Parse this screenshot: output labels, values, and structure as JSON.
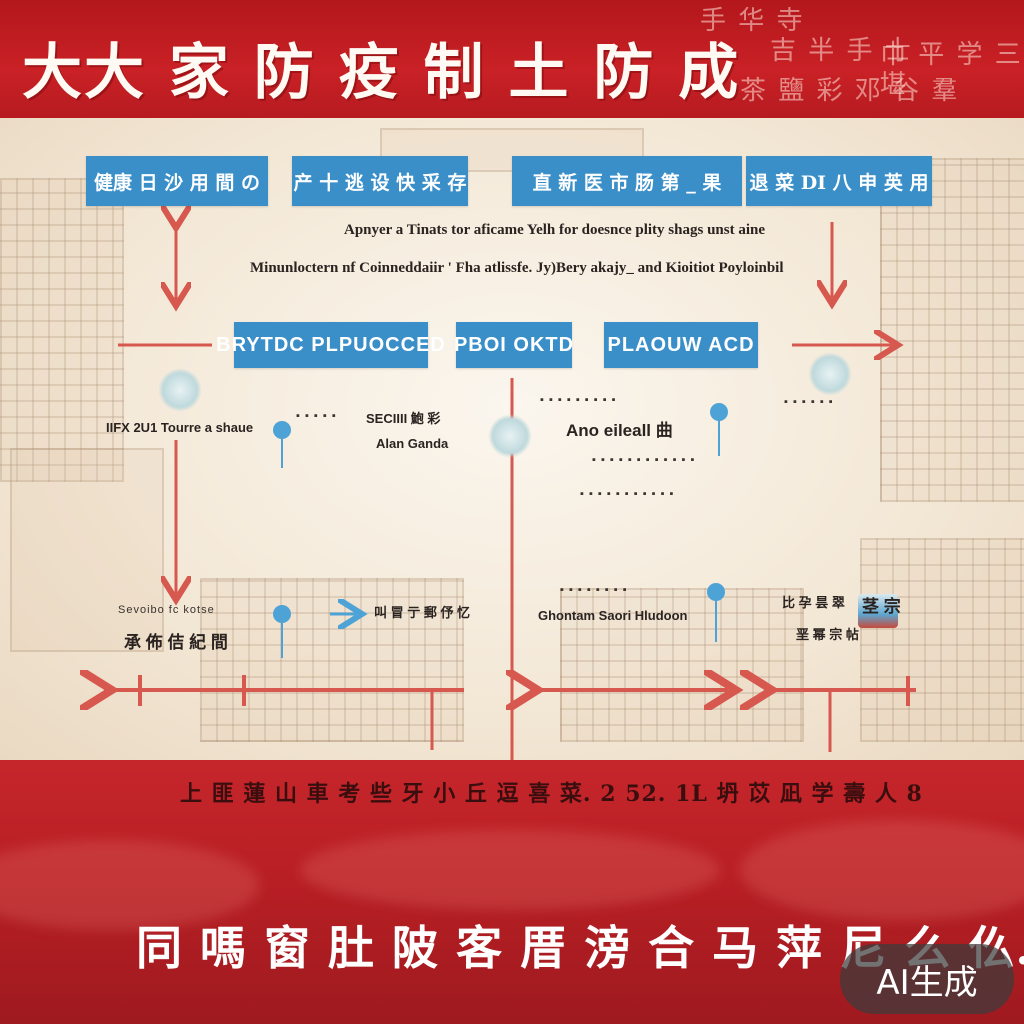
{
  "header": {
    "title": "大大 家 防 疫 制 土 防 成",
    "decoration_glyphs": [
      "手 华 寺",
      "吉 半 手 士",
      "巾 平 学 三 堪",
      "茶 鹽 彩 邓 谷 羣"
    ]
  },
  "diagram": {
    "top_boxes": [
      "健康 日 沙 用 間 の",
      "产 十 逃 设 快 采 存",
      "直 新 医 市 肠 第 _ 果",
      "退 菜 DI 八 申 英 用"
    ],
    "caption_lines": [
      "Apnyer a Tinats  tor aficame  Yelh for doesnce  plity  shags unst aine",
      "Minunloctern nf Coinneddaiir    ' Fha atlissfe.  Jy)Bery  akajy_  and Kioitiot Poyloinbil"
    ],
    "mid_boxes": [
      "BRYTDC PLPUOCCED",
      "PBOI OKTD",
      "PLAOUW ACD"
    ],
    "left_column": {
      "label_a": "IIFX 2U1 Tourre a shaue",
      "label_b": "Sevoibo fc kotse",
      "label_c": "承 佈 佶 紀 間"
    },
    "center_left": {
      "label_a": "SECIIII 鮑 彩",
      "label_b": "Alan Ganda",
      "label_c": "叫 冒 亍 郵 伃 忆"
    },
    "center_right": {
      "label_a": "Ano eileall 曲",
      "label_b": "Ghontam Saori Hludoon"
    },
    "right_column": {
      "label_a": "比 孕 昙 翠",
      "label_b": "垩 幂 宗 帖",
      "label_c": "茎 宗"
    }
  },
  "footer": {
    "subtitle": "上 匪 蓮 山 車 考 些   牙 小 丘 逗 喜 菜. 2 52. 1L 坍 苡 凪 学 壽 人 8",
    "slogan": "同 嗎 窗 肚 陂 客 厝 滂   合 马 萍 尼 么 仫."
  },
  "badge": {
    "label": "AI生成"
  },
  "colors": {
    "red_band": "#c5262b",
    "box_blue": "#3a8fc9",
    "arrow_red": "#d6584e",
    "dot_blue": "#4ea3d6",
    "paper": "#f4e9d8"
  }
}
